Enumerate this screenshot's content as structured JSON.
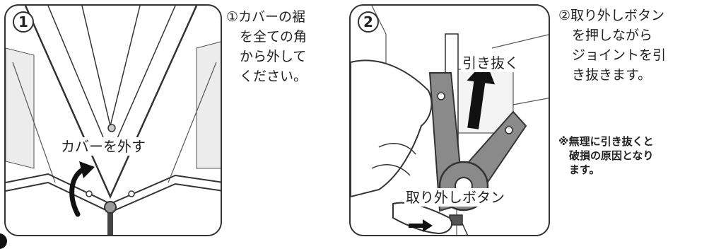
{
  "step1": {
    "number": "1",
    "label": "カバーを外す",
    "text": "①カバーの裾\n　を全ての角\n　から外して\n　ください。"
  },
  "step2": {
    "number": "2",
    "pull_label": "引き抜く",
    "button_label": "取り外しボタン",
    "text": "②取り外しボタン\n　を押しながら\n　ジョイントを引\n　き抜きます。",
    "warning": "※無理に引き抜くと\n　破損の原因となり\n　ます。"
  },
  "colors": {
    "line": "#333333",
    "joint_gray": "#8a8a8a",
    "shade": "#e6e6e6"
  },
  "icons": [
    "curved-arrow-icon",
    "up-arrow-icon",
    "right-arrow-icon"
  ]
}
